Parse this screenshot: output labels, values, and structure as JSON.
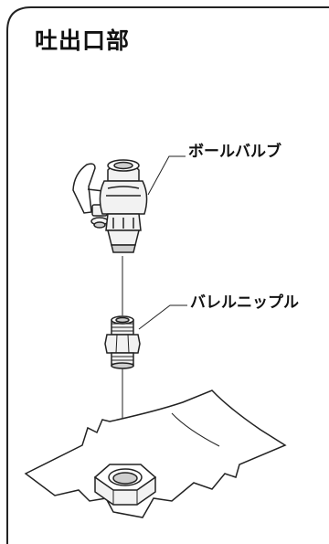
{
  "panel": {
    "title": "吐出口部"
  },
  "labels": {
    "ball_valve": "ボールバルブ",
    "barrel_nipple": "バレルニップル"
  },
  "colors": {
    "line": "#222222",
    "background": "#ffffff",
    "metal_light": "#f2f2f2",
    "metal_shade": "#cfcfcf"
  },
  "icons": [
    "ball-valve-icon",
    "barrel-nipple-icon",
    "hex-nut-icon",
    "gasket-sheet-icon"
  ]
}
